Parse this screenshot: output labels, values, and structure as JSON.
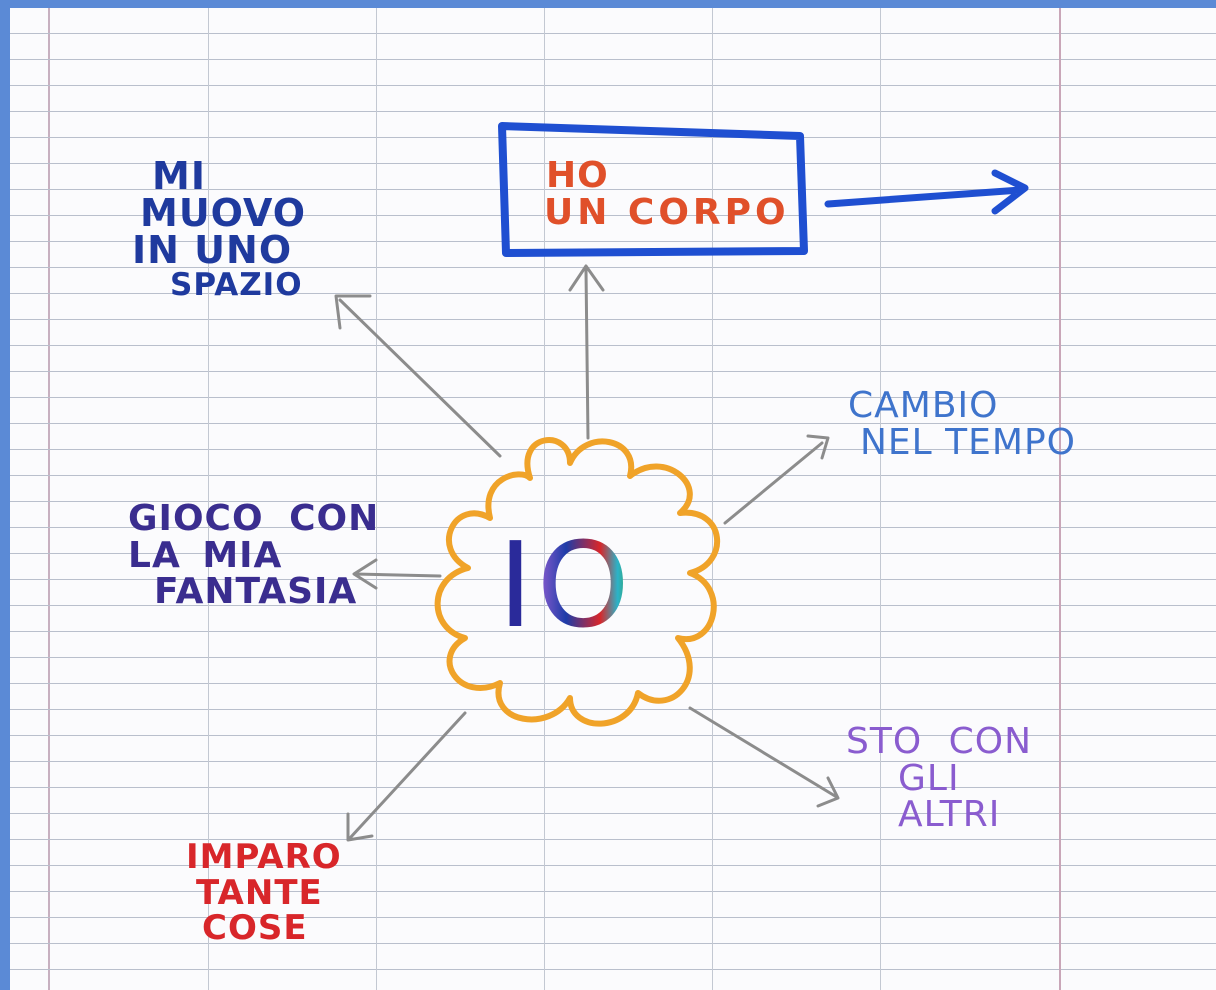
{
  "center": {
    "text": "IO"
  },
  "nodes": {
    "corpo": {
      "lines": [
        "HO",
        "UN CORPO"
      ],
      "color": "#e0502a"
    },
    "spazio": {
      "lines": [
        "MI",
        "MUOVO",
        "IN UNO",
        "SPAZIO"
      ],
      "color": "#1f3a9e"
    },
    "tempo": {
      "lines": [
        "CAMBIO",
        "NEL TEMPO"
      ],
      "color": "#3f74cc"
    },
    "fantasia": {
      "lines": [
        "GIOCO CON",
        "LA MIA",
        "FANTASIA"
      ],
      "color": "#3a2d8f"
    },
    "altri": {
      "lines": [
        "STO CON",
        "GLI",
        "ALTRI"
      ],
      "color": "#8a5ccf"
    },
    "imparo": {
      "lines": [
        "IMPARO",
        "TANTE",
        "COSE"
      ],
      "color": "#d8262a"
    }
  },
  "colors": {
    "flower_outline": "#f0a329",
    "box_border": "#1f4fd1",
    "arrow_pencil": "#8c8c8c",
    "frame_border": "#5b8ad6"
  }
}
